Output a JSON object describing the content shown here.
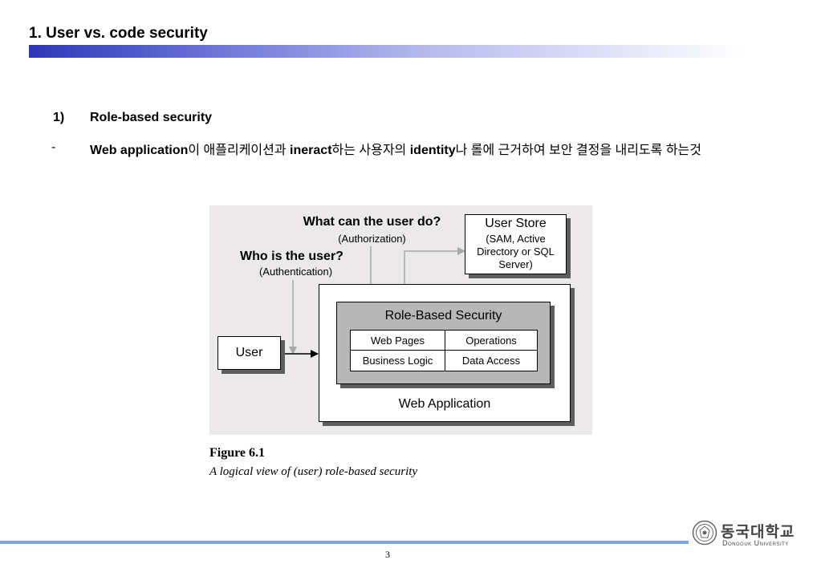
{
  "slide": {
    "title": "1. User vs. code security",
    "section_number": "1)",
    "section_heading": "Role-based security",
    "bullet_dash": "-",
    "bullet": {
      "b1": "Web application",
      "t1": "이 애플리케이션과 ",
      "b2": "ineract",
      "t2": "하는 사용자의 ",
      "b3": "identity",
      "t3": "나 롤에 근거하여 보안 결정을 내리도록 하는것"
    },
    "page_number": "3"
  },
  "figure": {
    "q1": "What can the user do?",
    "q1_sub": "(Authorization)",
    "q2": "Who is the user?",
    "q2_sub": "(Authentication)",
    "user_store": [
      "User Store",
      "(SAM, Active",
      "Directory or SQL",
      "Server)"
    ],
    "user": "User",
    "rbs_title": "Role-Based Security",
    "cells": [
      "Web Pages",
      "Operations",
      "Business Logic",
      "Data Access"
    ],
    "web_app": "Web Application",
    "caption": "Figure 6.1",
    "description": "A logical view of (user) role-based security"
  },
  "logo": {
    "korean": "동국대학교",
    "english": "Dongguk University"
  },
  "colors": {
    "title_bar_start": "#2e36b8",
    "footer_line": "#7fa6d9",
    "figure_background": "#ece9ea",
    "rbs_fill": "#b7b7b7"
  }
}
